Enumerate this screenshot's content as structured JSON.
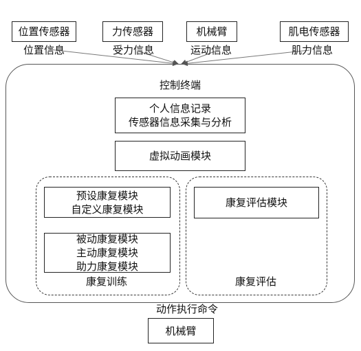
{
  "sensors": [
    {
      "name": "位置传感器",
      "signal": "位置信息"
    },
    {
      "name": "力传感器",
      "signal": "受力信息"
    },
    {
      "name": "机械臂",
      "signal": "运动信息"
    },
    {
      "name": "肌电传感器",
      "signal": "肌力信息"
    }
  ],
  "terminal": {
    "title": "控制终端",
    "record_lines": [
      "个人信息记录",
      "传感器信息采集与分析"
    ],
    "animation": "虚拟动画模块",
    "training": {
      "preset_lines": [
        "预设康复模块",
        "自定义康复模块"
      ],
      "modes": [
        "被动康复模块",
        "主动康复模块",
        "助力康复模块"
      ],
      "label": "康复训练"
    },
    "assessment": {
      "module": "康复评估模块",
      "label": "康复评估"
    }
  },
  "output": {
    "command": "动作执行命令",
    "device": "机械臂"
  }
}
